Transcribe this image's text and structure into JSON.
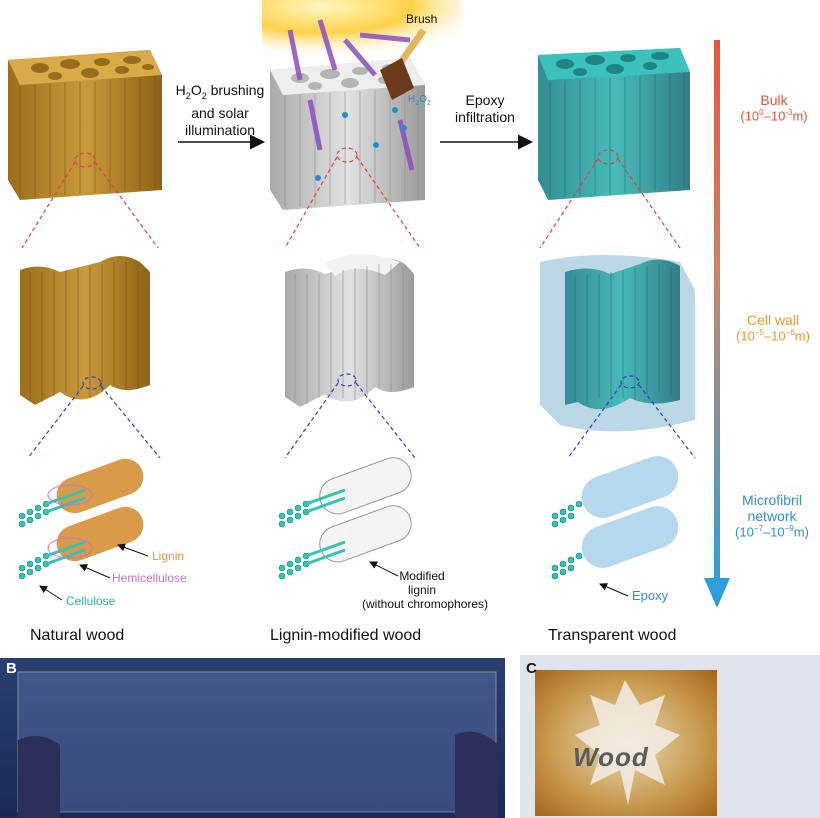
{
  "panel_a": {
    "columns": [
      {
        "title": "Natural wood"
      },
      {
        "title": "Lignin-modified wood"
      },
      {
        "title": "Transparent wood"
      }
    ],
    "step1": {
      "line1_base": "H",
      "line1_sub1": "2",
      "line1_mid": "O",
      "line1_sub2": "2",
      "line1_rest": " brushing",
      "line2": "and solar",
      "line3": "illumination"
    },
    "step2": {
      "line1": "Epoxy",
      "line2": "infiltration"
    },
    "brush_label": "Brush",
    "h2o2_label": {
      "base": "H",
      "sub1": "2",
      "mid": "O",
      "sub2": "2"
    },
    "scales": [
      {
        "name": "Bulk",
        "range_prefix": "(10",
        "range_exp1": "0",
        "range_mid": "–10",
        "range_exp2": "-3",
        "range_suffix": "m)",
        "color": "#e0553a"
      },
      {
        "name": "Cell wall",
        "range_prefix": "(10",
        "range_exp1": "−5",
        "range_mid": "–10",
        "range_exp2": "−6",
        "range_suffix": "m)",
        "color": "#e89a2e"
      },
      {
        "name_line1": "Microfibril",
        "name_line2": "network",
        "range_prefix": "(10",
        "range_exp1": "−7",
        "range_mid": "–10",
        "range_exp2": "−9",
        "range_suffix": "m)",
        "color": "#2f8fd0"
      }
    ],
    "natural_labels": {
      "lignin": "Lignin",
      "hemicellulose": "Hemicellulose",
      "cellulose": "Cellulose"
    },
    "modified_labels": {
      "line1": "Modified",
      "line2": "lignin",
      "line3": "(without chromophores)"
    },
    "transparent_labels": {
      "epoxy": "Epoxy"
    },
    "colors": {
      "natural": "#b8862a",
      "modified": "#c9c9c9",
      "transparent": "#2aa5a5",
      "cellulose": "#37c2b2",
      "lignin": "#d99a4a",
      "hemicellulose": "#c873c8",
      "epoxy": "#2f8fd0"
    }
  },
  "panel_b": {
    "letter": "B"
  },
  "panel_c": {
    "letter": "C",
    "stamp_text": "Wood"
  }
}
